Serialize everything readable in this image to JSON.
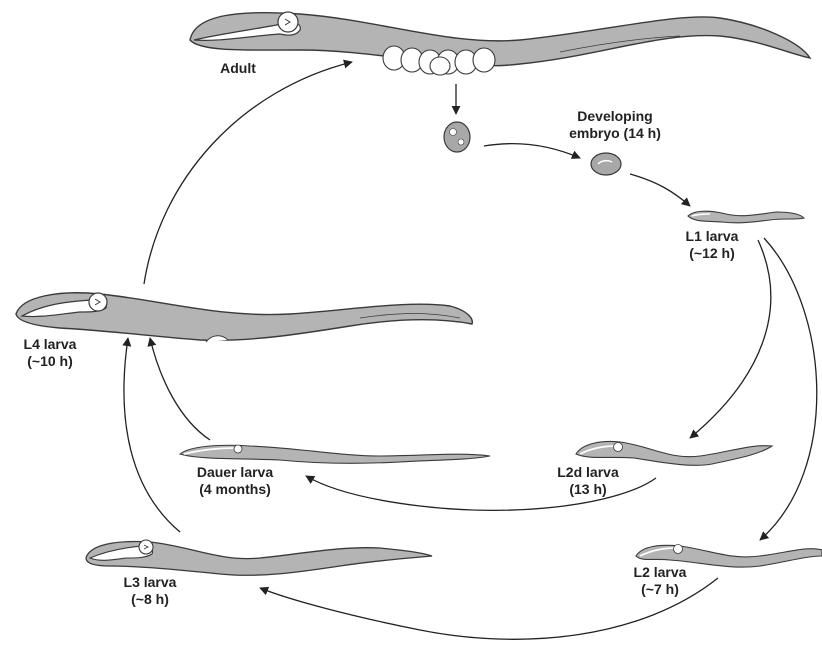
{
  "colors": {
    "body_fill": "#b4b4b4",
    "outline": "#3a3a3a",
    "arrow": "#222222",
    "background": "#ffffff"
  },
  "stages": {
    "adult": {
      "line1": "Adult"
    },
    "embryo": {
      "line1": "Developing",
      "line2": "embryo (14 h)"
    },
    "l1": {
      "line1": "L1 larva",
      "line2": "(~12 h)"
    },
    "l2d": {
      "line1": "L2d larva",
      "line2": "(13 h)"
    },
    "l2": {
      "line1": "L2 larva",
      "line2": "(~7 h)"
    },
    "dauer": {
      "line1": "Dauer larva",
      "line2": "(4 months)"
    },
    "l3": {
      "line1": "L3 larva",
      "line2": "(~8 h)"
    },
    "l4": {
      "line1": "L4 larva",
      "line2": "(~10 h)"
    }
  }
}
